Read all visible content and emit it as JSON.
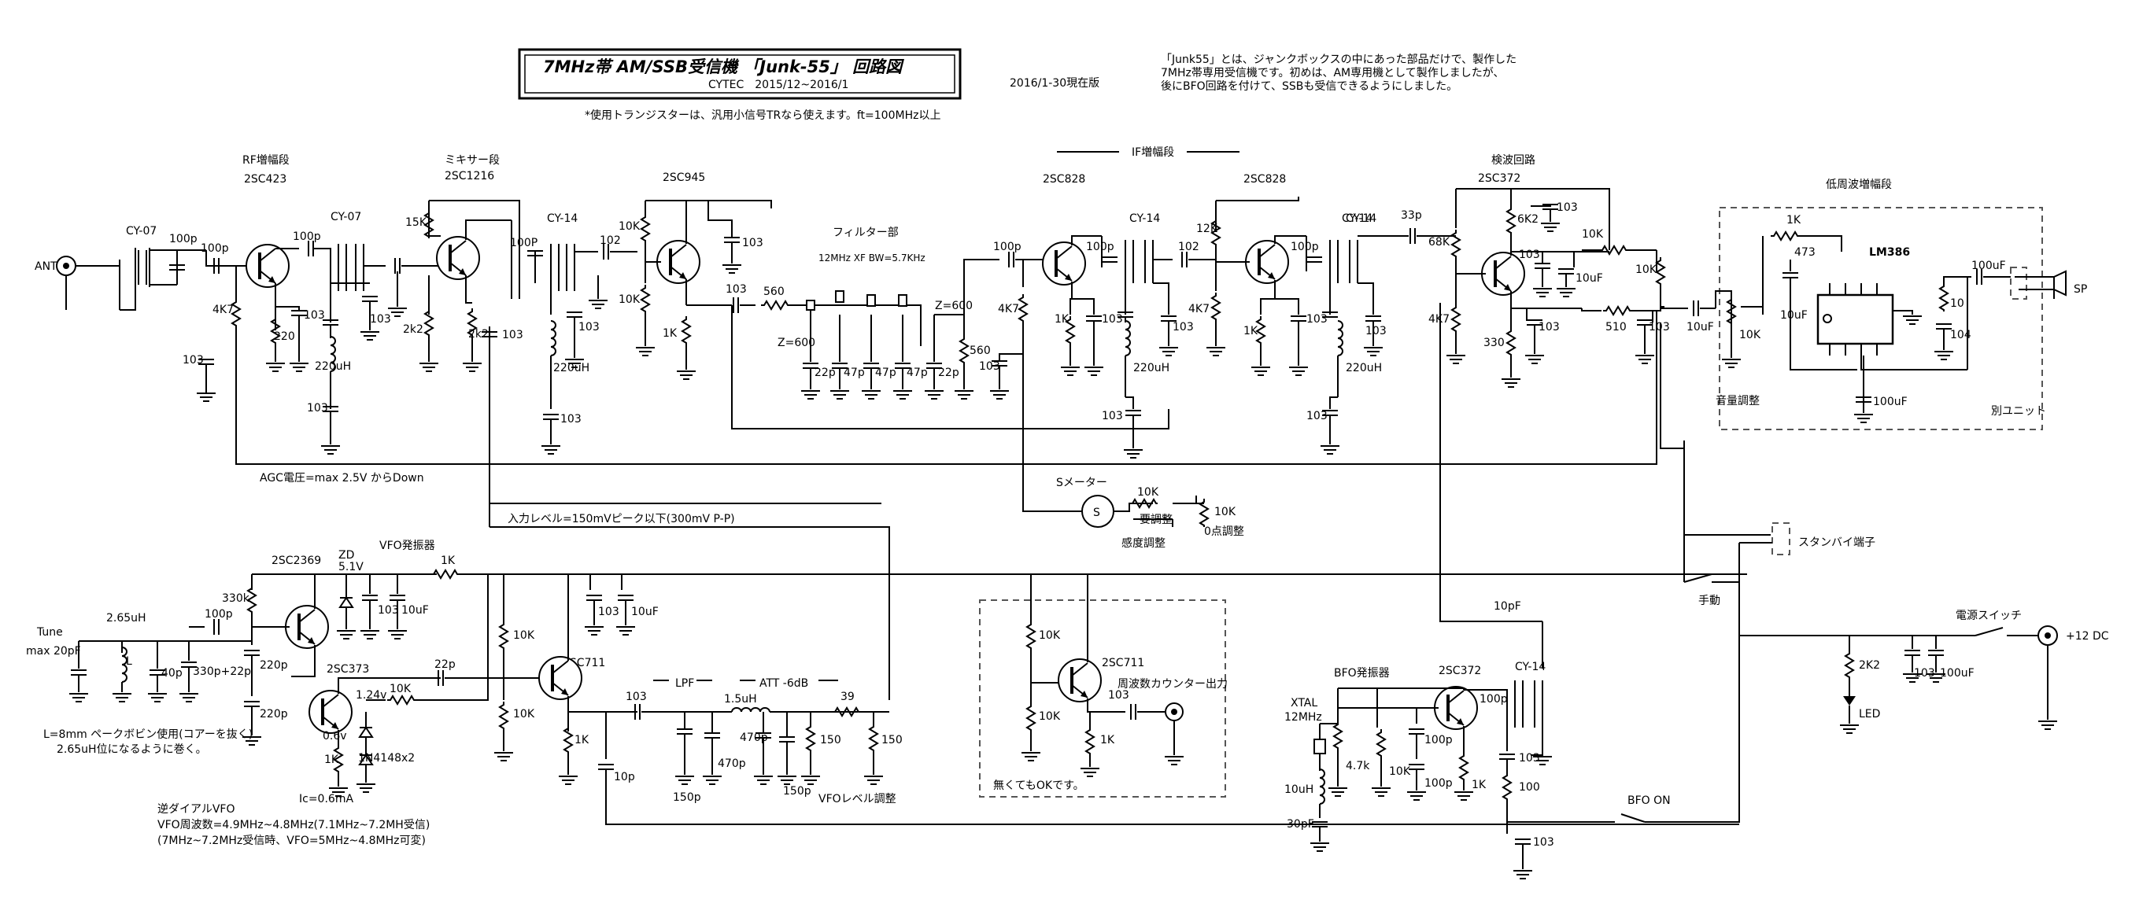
{
  "title": {
    "main": "7MHz帯 AM/SSB受信機 「Junk-55」 回路図",
    "author_date": "CYTEC　2015/12~2016/1",
    "version": "2016/1-30現在版"
  },
  "description": [
    "「Junk55」とは、ジャンクボックスの中にあった部品だけで、製作した",
    "7MHz帯専用受信機です。初めは、AM専用機として製作しましたが、",
    "後にBFO回路を付けて、SSBも受信できるようにしました。"
  ],
  "transistor_note": "*使用トランジスターは、汎用小信号TRなら使えます。ft=100MHz以上",
  "stages": {
    "rf_amp": "RF増幅段",
    "mixer": "ミキサー段",
    "if_amp": "IF増幅段",
    "detector": "検波回路",
    "af_amp": "低周波増幅段",
    "filter": "フィルター部",
    "filter_spec": "12MHz XF BW=5.7KHz",
    "vfo": "VFO発振器",
    "bfo": "BFO発振器",
    "vfo_level": "VFOレベル調整",
    "counter_out": "周波数カウンター出力",
    "optional": "無くてもOKです。",
    "separate_unit": "別ユニット",
    "volume": "音量調整",
    "standby": "スタンバイ端子",
    "manual": "手動",
    "power_switch": "電源スイッチ",
    "bfo_on": "BFO ON",
    "s_meter": "Sメーター",
    "sensitivity": "感度調整",
    "sens_short": "要調整",
    "zero_adj": "0点調整",
    "agc": "AGC電圧=max 2.5V からDown",
    "input_level": "入力レベル=150mVピーク以下(300mV P-P)",
    "lpf": "LPF",
    "att": "ATT -6dB"
  },
  "transistors": {
    "q1": "2SC423",
    "q2": "2SC1216",
    "q3": "2SC945",
    "q4": "2SC828",
    "q5": "2SC828",
    "q6": "2SC372",
    "q7": "2SC2369",
    "q8": "2SC373",
    "q9": "2SC711",
    "q10": "2SC711",
    "q11": "2SC372",
    "ic": "LM386"
  },
  "terminals": {
    "ant": "ANT",
    "sp": "SP",
    "dc": "+12 DC",
    "tune": "Tune",
    "led": "LED"
  },
  "components": {
    "cy07a": "CY-07",
    "cy07b": "CY-07",
    "cy14a": "CY-14",
    "cy14b": "CY-14",
    "cy14c": "CY-14",
    "cy14d": "CY-14",
    "c100p_1": "100p",
    "c100p_2": "100p",
    "c100p_3": "100p",
    "c100P_4": "100P",
    "c100p_5": "100p",
    "c100p_6": "100p",
    "c100p_7": "100p",
    "c100p_8": "100p",
    "c100p_9": "100p",
    "c102_1": "102",
    "c102_2": "102",
    "c103": "103",
    "c33p": "33p",
    "c22p_a": "22p",
    "c47p_a": "47p",
    "c47p_b": "47p",
    "c22p_b": "22p",
    "z600": "Z=600",
    "r560": "560",
    "r4k7": "4K7",
    "r220": "220",
    "r2k2": "2k2",
    "r15k": "15K",
    "r10k": "10K",
    "r1k": "1K",
    "r12k": "12K",
    "r68k": "68K",
    "r6k2": "6K2",
    "r330": "330",
    "r510": "510",
    "r473": "473",
    "r10": "10",
    "c104": "104",
    "c10uf": "10uF",
    "c100uf": "100uF",
    "l220uh": "220uH",
    "l265": "2.65uH",
    "l_L": "L",
    "max20p": "max 20pF",
    "c40p": "40p",
    "c330p22p": "330p+22p",
    "c220p": "220p",
    "r330k": "330k",
    "zd": "ZD",
    "zd_v": "5.1V",
    "v124": "1.24v",
    "v06": "0.6v",
    "d1n4148": "1N4148x2",
    "ic_current": "Ic=0.6mA",
    "c22p_v": "22p",
    "l15uh": "1.5uH",
    "c470p": "470p",
    "c150p": "150p",
    "r39": "39",
    "r150": "150",
    "c10p": "10p",
    "c10pF": "10pF",
    "xtal": "XTAL",
    "xtal_f": "12MHz",
    "l10uh": "10uH",
    "c30pf": "30pF",
    "r4_7k": "4.7k",
    "r2k2_led": "2K2",
    "r100": "100"
  },
  "coil_notes": [
    "L=8mm ペークボビン使用(コアーを抜く)",
    "2.65uH位になるように巻く。"
  ],
  "vfo_notes": [
    "逆ダイアルVFO",
    "VFO周波数=4.9MHz~4.8MHz(7.1MHz~7.2MH受信)",
    "(7MHz~7.2MHz受信時、VFO=5MHz~4.8MHz可変)"
  ]
}
